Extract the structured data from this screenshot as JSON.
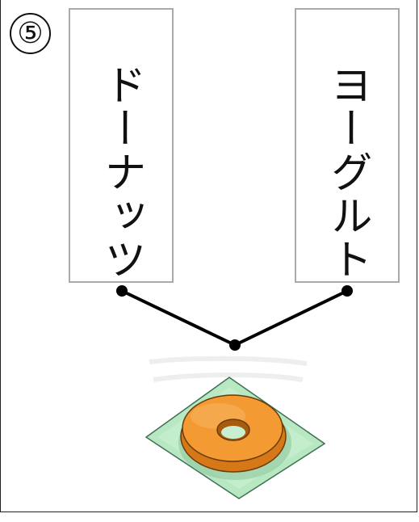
{
  "question_number": "⑤",
  "cards": {
    "left": {
      "label": "ドーナッツ"
    },
    "right": {
      "label": "ヨーグルト"
    }
  },
  "picture": {
    "icon": "donut-on-napkin-icon"
  },
  "colors": {
    "line": "#000000",
    "card_border": "#a9a9a9",
    "donut": "#f39a32",
    "napkin": "#b8e8c2"
  }
}
